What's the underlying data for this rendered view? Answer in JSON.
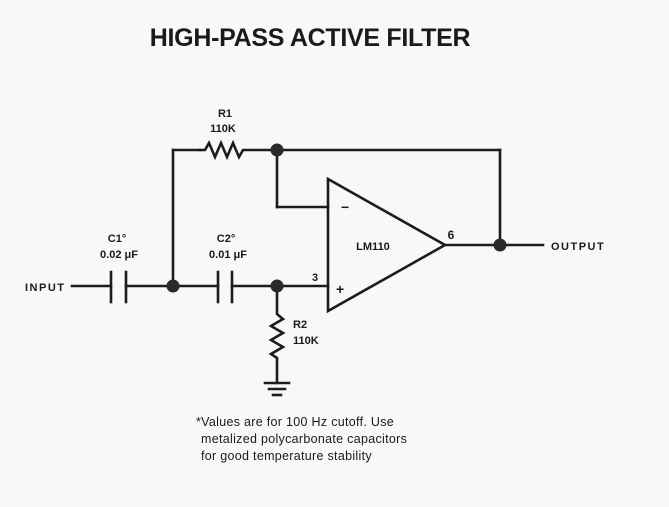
{
  "title": "HIGH-PASS ACTIVE FILTER",
  "components": {
    "r1": {
      "name": "R1",
      "value": "110K"
    },
    "r2": {
      "name": "R2",
      "value": "110K"
    },
    "c1": {
      "name": "C1°",
      "value": "0.02 μF"
    },
    "c2": {
      "name": "C2°",
      "value": "0.01 μF"
    },
    "opamp": {
      "name": "LM110",
      "inverting_symbol": "−",
      "noninverting_symbol": "+",
      "pin_noninverting": "3",
      "pin_output": "6"
    }
  },
  "terminals": {
    "input": "INPUT",
    "output": "OUTPUT"
  },
  "footnote": {
    "lines": [
      "*Values are for 100 Hz cutoff. Use",
      "metalized polycarbonate capacitors",
      "for good temperature stability"
    ]
  }
}
